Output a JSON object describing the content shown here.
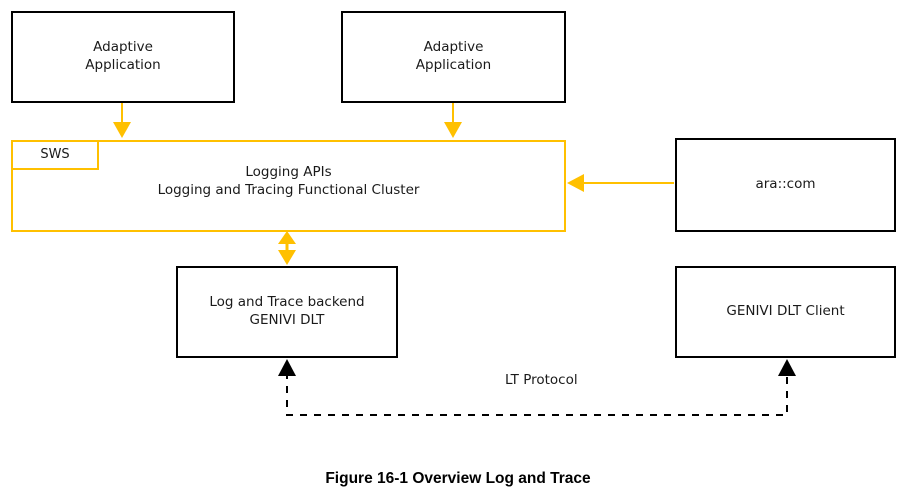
{
  "figure": {
    "caption": "Figure 16-1 Overview Log and Trace"
  },
  "colors": {
    "accent_yellow": "#ffc000",
    "node_border": "#000000",
    "background": "#ffffff",
    "text": "#1a1a1a"
  },
  "nodes": {
    "app_left": {
      "label": "Adaptive\nApplication",
      "style": "black-box"
    },
    "app_right": {
      "label": "Adaptive\nApplication",
      "style": "black-box"
    },
    "cluster": {
      "label": "Logging APIs\nLogging and Tracing Functional Cluster",
      "style": "yellow-box"
    },
    "sws_tab": {
      "label": "SWS",
      "style": "yellow-box"
    },
    "ara_com": {
      "label": "ara::com",
      "style": "black-box"
    },
    "backend": {
      "label": "Log and Trace backend\nGENIVI DLT",
      "style": "black-box"
    },
    "dlt_client": {
      "label": "GENIVI DLT Client",
      "style": "black-box"
    }
  },
  "edges": {
    "app_left_to_cluster": {
      "label": "",
      "color": "#ffc000",
      "direction": "down",
      "style": "solid"
    },
    "app_right_to_cluster": {
      "label": "",
      "color": "#ffc000",
      "direction": "down",
      "style": "solid"
    },
    "ara_com_to_cluster": {
      "label": "",
      "color": "#ffc000",
      "direction": "left",
      "style": "solid"
    },
    "cluster_to_backend": {
      "label": "",
      "color": "#ffc000",
      "direction": "both",
      "style": "solid"
    },
    "lt_protocol": {
      "label": "LT Protocol",
      "color": "#000000",
      "direction": "both",
      "style": "dashed"
    }
  }
}
